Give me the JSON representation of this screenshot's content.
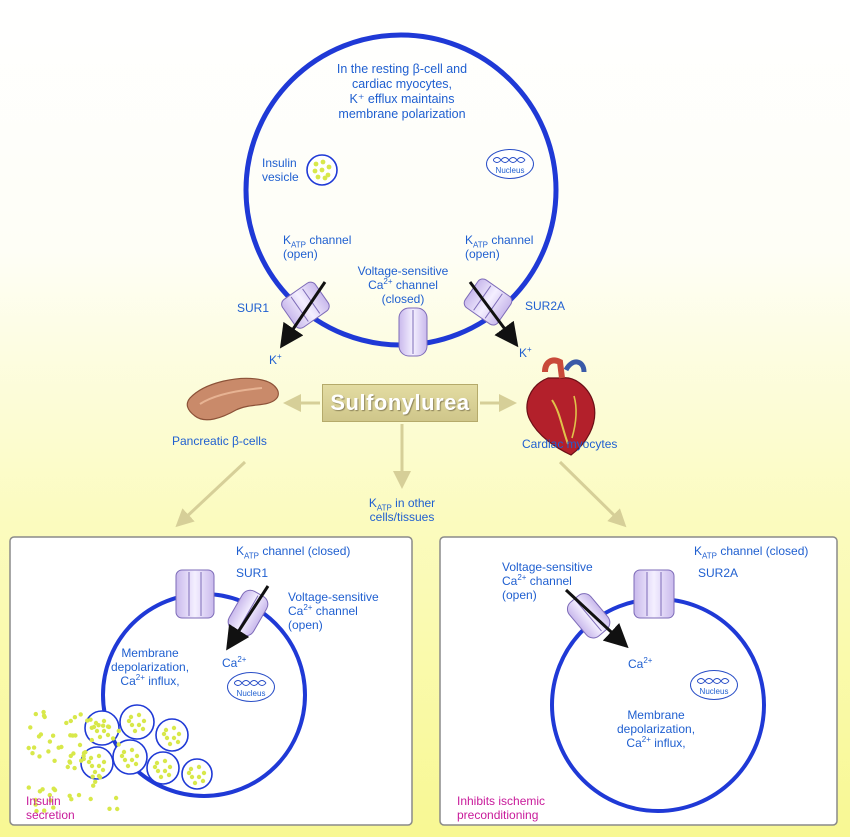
{
  "top_cell": {
    "caption_lines": [
      "In the resting β-cell and",
      "cardiac myocytes,",
      "K⁺ efflux maintains",
      "membrane polarization"
    ],
    "vesicle_label_lines": [
      "Insulin",
      "vesicle"
    ],
    "nucleus_label": "Nucleus",
    "katp_left": {
      "prefix": "K",
      "sub": "ATP",
      "rest": " channel",
      "line2": "(open)"
    },
    "katp_right": {
      "prefix": "K",
      "sub": "ATP",
      "rest": " channel",
      "line2": "(open)"
    },
    "vsc": {
      "line1": "Voltage-sensitive",
      "ca": "Ca",
      "ca_sup": "2+",
      "ca_rest": " channel",
      "line3": "(closed)"
    },
    "sur1": "SUR1",
    "sur2a": "SUR2A",
    "k_left": {
      "base": "K",
      "sup": "+"
    },
    "k_right": {
      "base": "K",
      "sup": "+"
    }
  },
  "center": {
    "drug": "Sulfonylurea",
    "pancreas_label": "Pancreatic β-cells",
    "heart_label": "Cardiac myocytes",
    "other": {
      "prefix": "K",
      "sub": "ATP",
      "rest": " in other",
      "line2": "cells/tissues"
    }
  },
  "left_panel": {
    "katp": {
      "prefix": "K",
      "sub": "ATP",
      "rest": " channel (closed)"
    },
    "sur": "SUR1",
    "vsc": {
      "line1": "Voltage-sensitive",
      "ca": "Ca",
      "ca_sup": "2+",
      "ca_rest": " channel",
      "line3": "(open)"
    },
    "ca_ion": {
      "base": "Ca",
      "sup": "2+"
    },
    "effect": {
      "line1": "Membrane",
      "line2": "depolarization,",
      "ca": "Ca",
      "ca_sup": "2+",
      "ca_rest": " influx,"
    },
    "nucleus_label": "Nucleus",
    "outcome_lines": [
      "Insulin",
      "secretion"
    ]
  },
  "right_panel": {
    "katp": {
      "prefix": "K",
      "sub": "ATP",
      "rest": " channel (closed)"
    },
    "sur": "SUR2A",
    "vsc": {
      "line1": "Voltage-sensitive",
      "ca": "Ca",
      "ca_sup": "2+",
      "ca_rest": " channel",
      "line3": "(open)"
    },
    "ca_ion": {
      "base": "Ca",
      "sup": "2+"
    },
    "nucleus_label": "Nucleus",
    "effect": {
      "line1": "Membrane",
      "line2": "depolarization,",
      "ca": "Ca",
      "ca_sup": "2+",
      "ca_rest": " influx,"
    },
    "outcome_lines": [
      "Inhibits ischemic",
      "preconditioning"
    ]
  },
  "colors": {
    "membrane": "#1f39d6",
    "label": "#1f5fd0",
    "outcome": "#c81a9a",
    "arrow": "#d6cf98",
    "channel": "#ddd2f2",
    "granule": "#d8e84a"
  }
}
